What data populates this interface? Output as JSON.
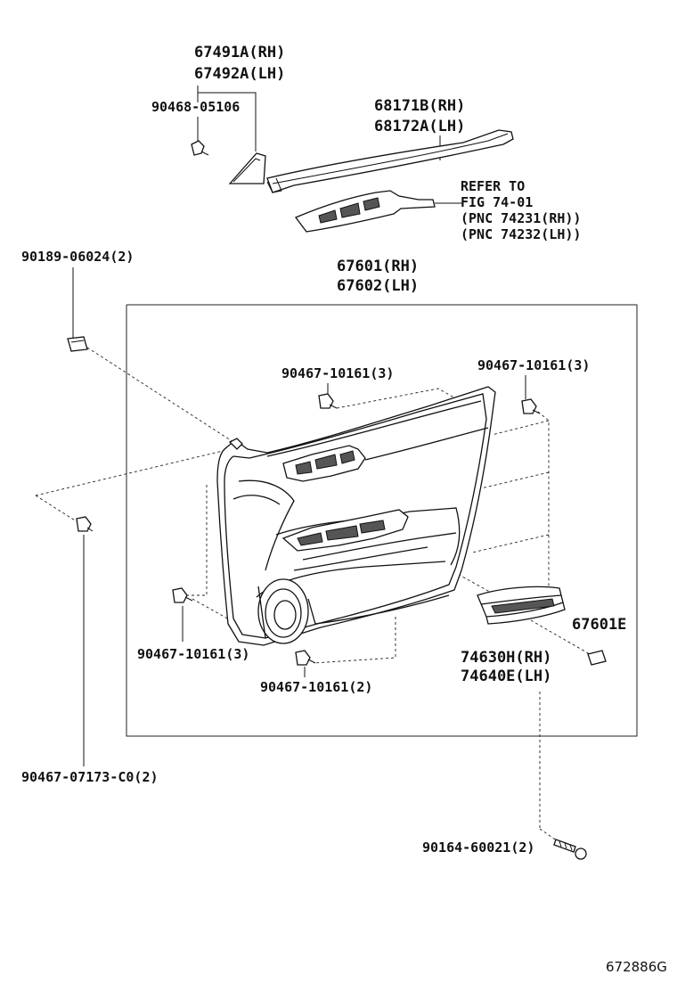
{
  "labels": {
    "garnish_rh": "67491A(RH)",
    "garnish_lh": "67492A(LH)",
    "clip_garnish": "90468-05106",
    "weatherstrip_rh": "68171B(RH)",
    "weatherstrip_lh": "68172A(LH)",
    "refer_1": "REFER TO",
    "refer_2": "FIG 74-01",
    "refer_3": "(PNC 74231(RH))",
    "refer_4": "(PNC 74232(LH))",
    "clip_left_top": "90189-06024(2)",
    "panel_rh": "67601(RH)",
    "panel_lh": "67602(LH)",
    "clip_center_top": "90467-10161(3)",
    "clip_right_top": "90467-10161(3)",
    "clip_lower_left": "90467-10161(3)",
    "clip_lower_center": "90467-10161(2)",
    "pocket_code": "67601E",
    "light_rh": "74630H(RH)",
    "light_lh": "74640E(LH)",
    "clip_bottom_left": "90467-07173-C0(2)",
    "screw": "90164-60021(2)",
    "figure_id": "672886G"
  },
  "icons": [
    "clip-icon",
    "screw-icon",
    "door-trim-panel-icon",
    "garnish-icon",
    "weatherstrip-icon",
    "switch-base-icon",
    "courtesy-light-icon"
  ]
}
